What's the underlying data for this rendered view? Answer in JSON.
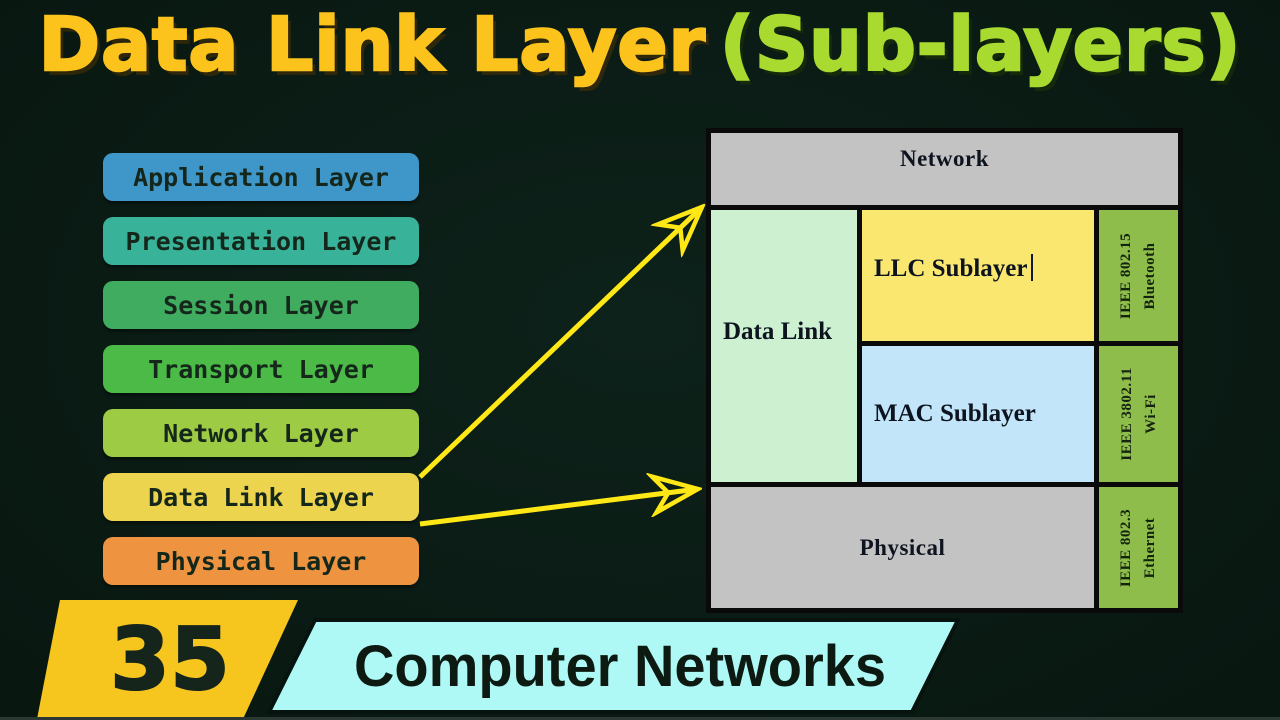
{
  "title": {
    "main": "Data Link Layer",
    "suffix": "(Sub-layers)"
  },
  "osi_stack": {
    "items": [
      {
        "label": "Application Layer",
        "color": "#3f97c9"
      },
      {
        "label": "Presentation Layer",
        "color": "#38b39a"
      },
      {
        "label": "Session Layer",
        "color": "#40ac60"
      },
      {
        "label": "Transport Layer",
        "color": "#4bba47"
      },
      {
        "label": "Network Layer",
        "color": "#9ecb44"
      },
      {
        "label": "Data Link Layer",
        "color": "#ecd44e"
      },
      {
        "label": "Physical Layer",
        "color": "#ee9440"
      }
    ]
  },
  "diagram": {
    "network_label": "Network",
    "data_link_label": "Data Link",
    "llc_label": "LLC Sublayer",
    "mac_label": "MAC Sublayer",
    "physical_label": "Physical",
    "standards": [
      {
        "line1": "IEEE 802.15",
        "line2": "Bluetooth"
      },
      {
        "line1": "IEEE 3802.11",
        "line2": "Wi-Fi"
      },
      {
        "line1": "IEEE 802.3",
        "line2": "Ethernet"
      }
    ],
    "cell_colors": {
      "network_gray": "#c3c3c3",
      "data_link_green": "#cdf1d0",
      "llc_yellow": "#f9e76f",
      "mac_blue": "#c2e5f9",
      "standard_green": "#8fbd4b",
      "border_black": "#0a0a0a"
    }
  },
  "badge": {
    "episode_number": "35",
    "series_title": "Computer Networks",
    "episode_bg": "#f6c51e",
    "series_bg": "#aef9f6"
  },
  "accent_colors": {
    "title_gold": "#fcc31c",
    "title_lime": "#a8da30",
    "arrow_yellow": "#ffe815",
    "background_dark": "#0a1b14"
  }
}
